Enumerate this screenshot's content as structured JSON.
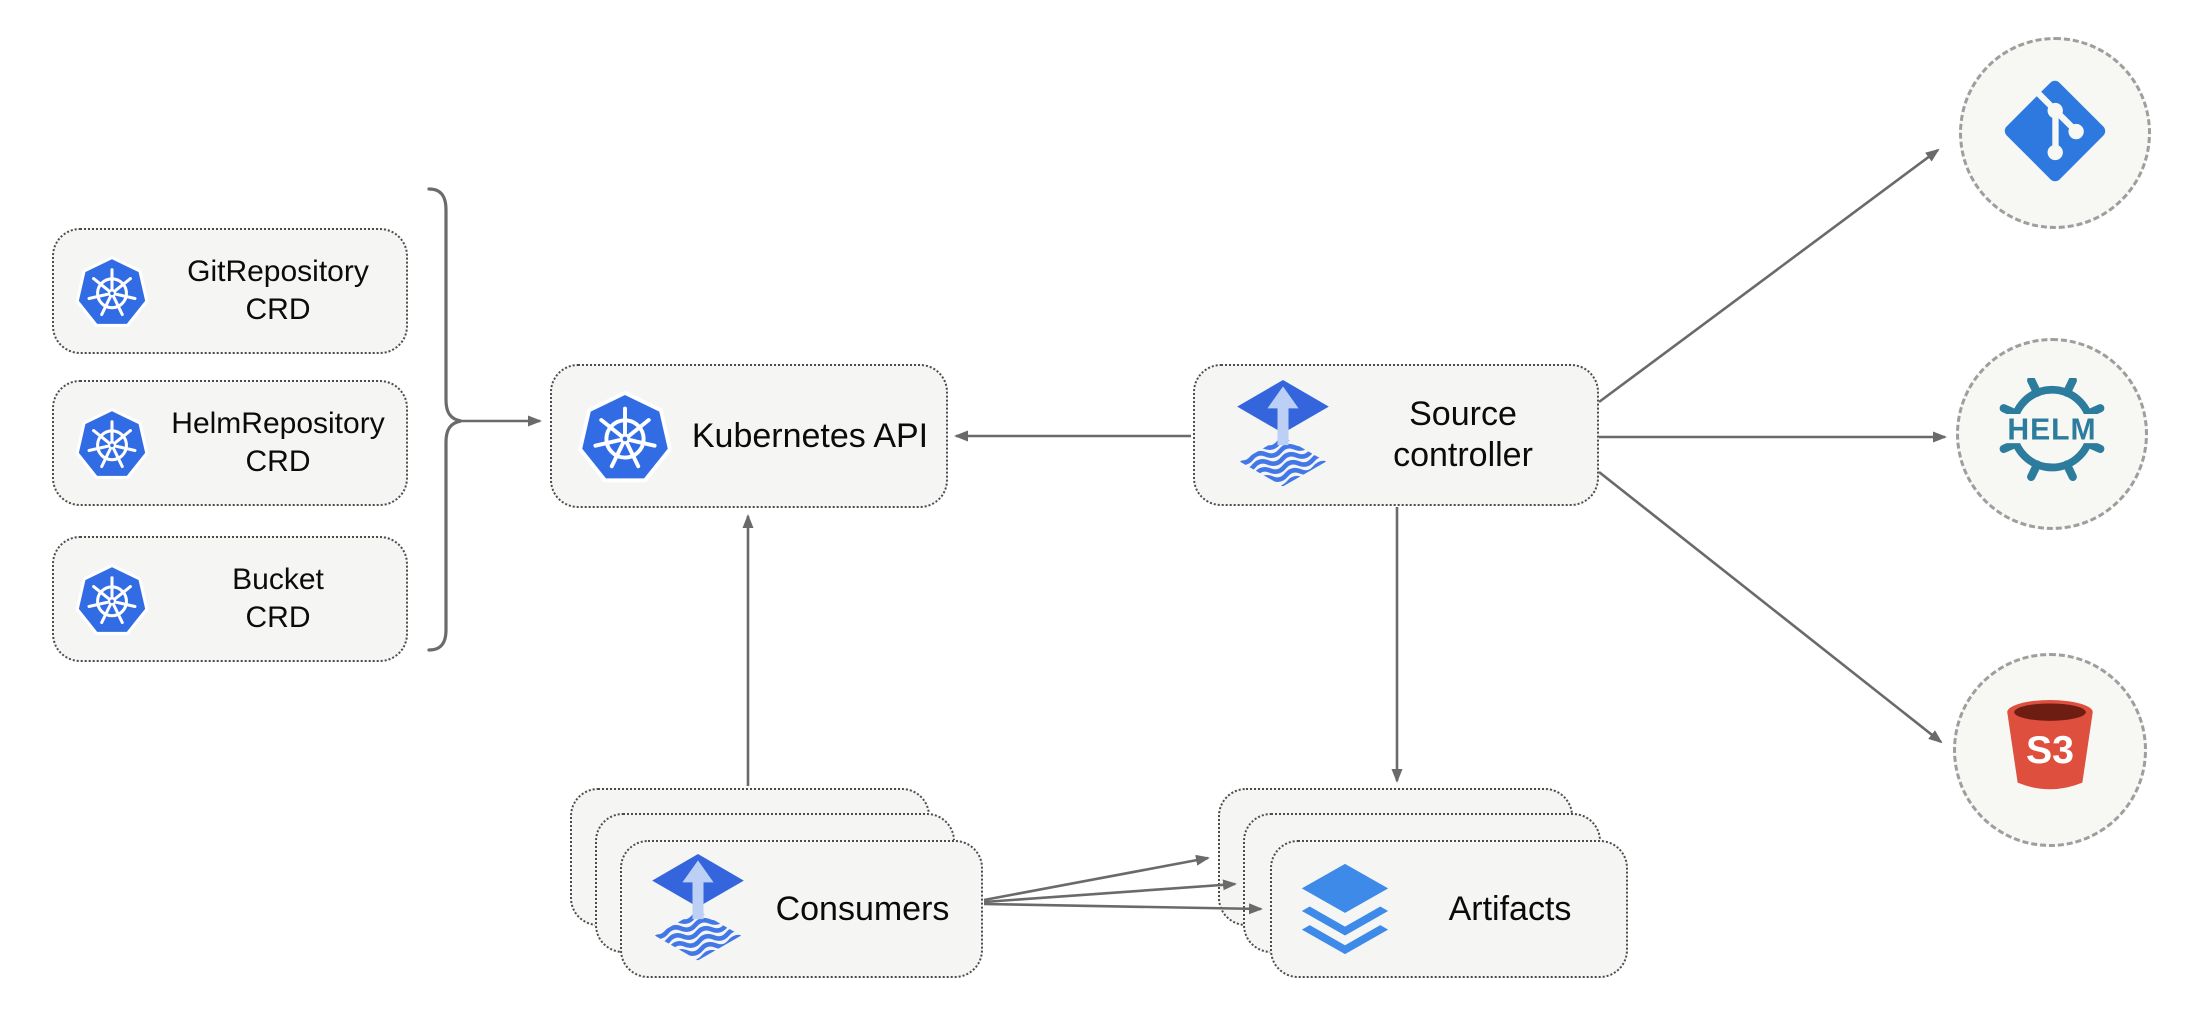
{
  "diagram": {
    "crd_boxes": [
      {
        "line1": "GitRepository",
        "line2": "CRD"
      },
      {
        "line1": "HelmRepository",
        "line2": "CRD"
      },
      {
        "line1": "Bucket",
        "line2": "CRD"
      }
    ],
    "kubernetes_api_label": "Kubernetes API",
    "source_controller": {
      "line1": "Source",
      "line2": "controller"
    },
    "consumers_label": "Consumers",
    "artifacts_label": "Artifacts",
    "helm_logo_text": "HELM",
    "s3_logo_text": "S3",
    "colors": {
      "kubernetes_blue": "#326CE5",
      "flux_blue": "#3465DD",
      "flux_arrow_light": "#BCCFF4",
      "flux_wave_blue": "#4277E7",
      "git_blue": "#2E79DF",
      "helm_teal": "#2C7C9E",
      "s3_red": "#DE4F3E",
      "s3_dark_red": "#6E1D12",
      "layers_blue": "#3E8AE9",
      "arrow_gray": "#6a6a6a",
      "node_fill": "#f5f5f3",
      "node_border": "#4c4c4c",
      "circle_fill": "#f7f7f4",
      "circle_border": "#9e9e9e"
    }
  }
}
